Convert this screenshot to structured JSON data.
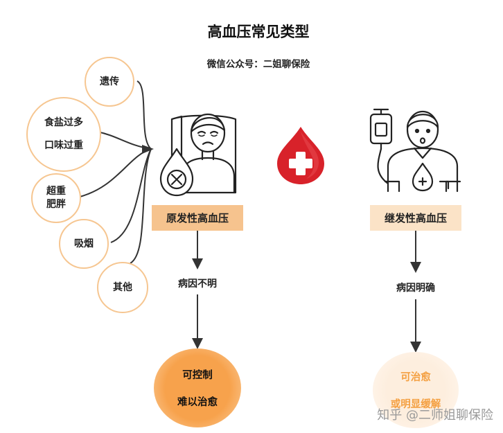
{
  "title": "高血压常见类型",
  "subtitle": "微信公众号：二姐聊保险",
  "causes": [
    {
      "lines": [
        "遗传"
      ]
    },
    {
      "lines": [
        "食盐过多",
        "口味过重"
      ]
    },
    {
      "lines": [
        "超重",
        "肥胖"
      ]
    },
    {
      "lines": [
        "吸烟"
      ]
    },
    {
      "lines": [
        "其他"
      ]
    }
  ],
  "primary": {
    "label": "原发性高血压",
    "cause_status": "病因不明",
    "outcome_lines": [
      "可控制",
      "难以治愈"
    ]
  },
  "secondary": {
    "label": "继发性高血压",
    "cause_status": "病因明确",
    "outcome_lines": [
      "可治愈",
      "或明显缓解"
    ]
  },
  "watermark": "知乎 @二师姐聊保险",
  "colors": {
    "accent_orange": "#f6c38e",
    "circle_border": "#f6c691",
    "blood_drop": "#d8222a",
    "outcome_text_secondary": "#f4a042"
  },
  "icons": [
    "sick-patient-icon",
    "blood-drop-cross-icon",
    "iv-drip-patient-icon"
  ]
}
